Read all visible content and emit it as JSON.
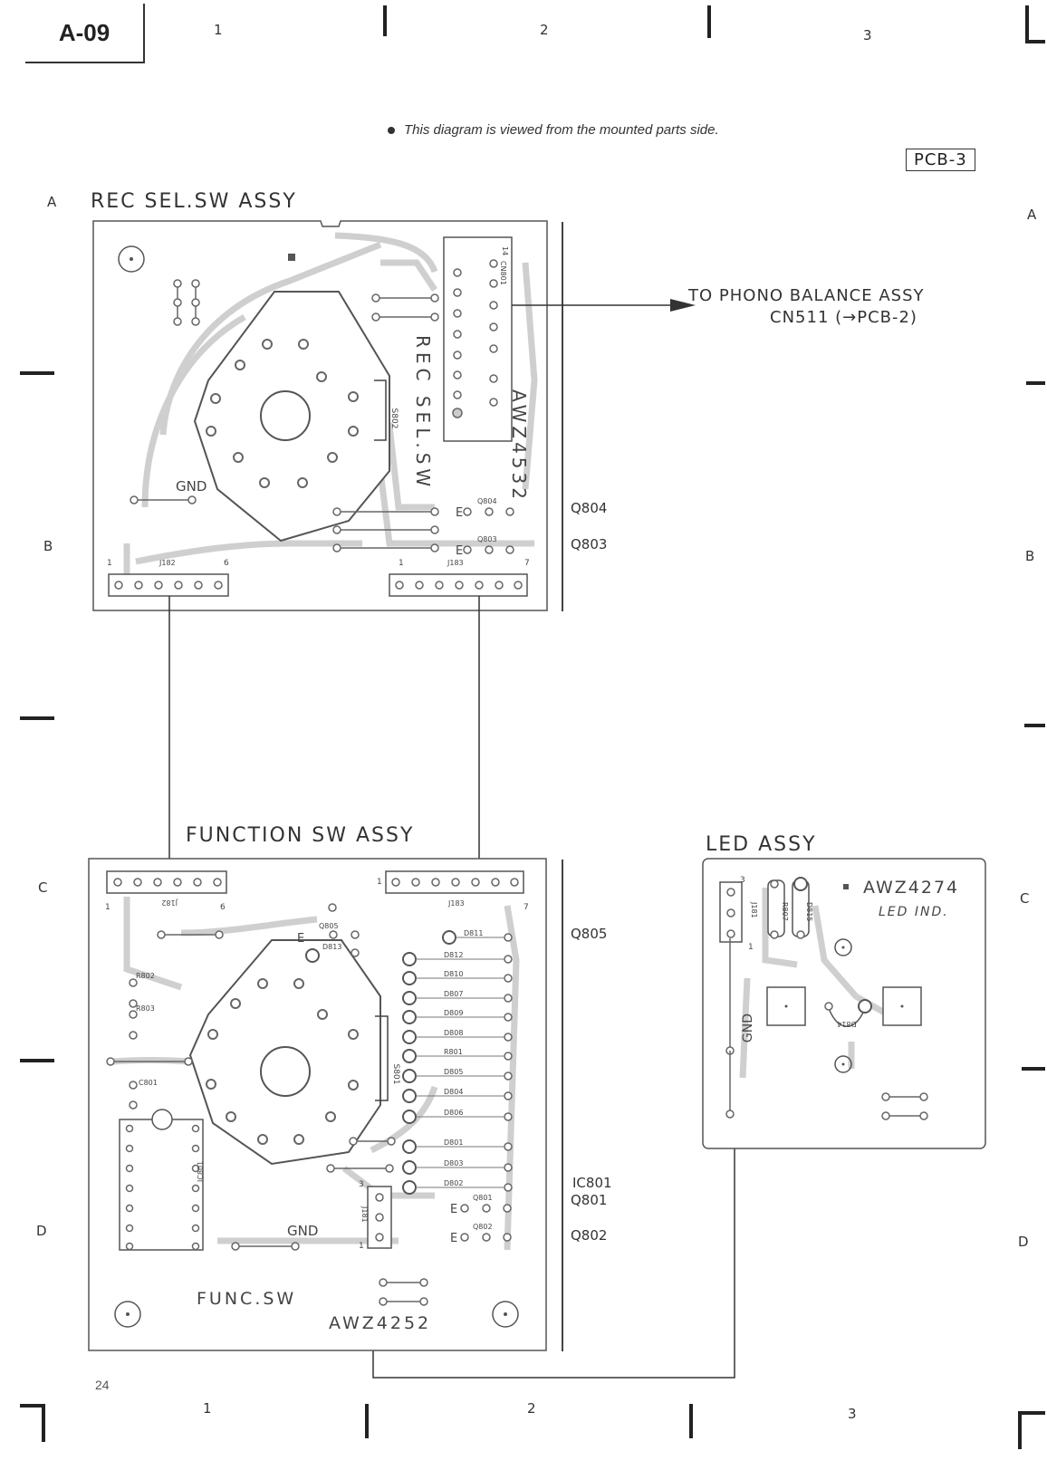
{
  "sheet": {
    "id": "A-09",
    "page": "24"
  },
  "grid": {
    "columns": [
      "1",
      "2",
      "3"
    ],
    "rows": [
      "A",
      "B",
      "C",
      "D"
    ]
  },
  "note": "This diagram is viewed from the mounted parts side.",
  "pcb_tag": "PCB-3",
  "rec_sel": {
    "title": "REC SEL.SW ASSY",
    "board_id": "AWZ4532",
    "silk": "REC SEL.SW",
    "gnd": "GND",
    "switch": "S802",
    "connector_cn801": "CN801",
    "cn801_pin": "14",
    "j182": "J182",
    "j182_pin_start": "1",
    "j182_pin_end": "6",
    "j183": "J183",
    "j183_pin_start": "1",
    "j183_pin_end": "7",
    "q804": "Q804",
    "q803": "Q803",
    "q804_silk": "Q804",
    "q803_silk": "Q803",
    "emitter": "E"
  },
  "to_phono": {
    "line1": "TO PHONO BALANCE ASSY",
    "line2": "CN511 (→PCB-2)"
  },
  "function_sw": {
    "title": "FUNCTION SW ASSY",
    "silk": "FUNC.SW",
    "board_id": "AWZ4252",
    "gnd": "GND",
    "switch": "S801",
    "j182": "J182",
    "j183": "J183",
    "j181": "J181",
    "ic801_silk": "IC801",
    "c801": "C801",
    "r802": "R802",
    "r803": "R803",
    "q805_silk": "Q805",
    "q801_silk": "Q801",
    "q802_silk": "Q802",
    "d813": "D813",
    "d811": "D811",
    "diodes": [
      "D812",
      "D810",
      "D807",
      "D809",
      "D808",
      "R801",
      "D805",
      "D804",
      "D806",
      "D801",
      "D803",
      "D802"
    ],
    "ic801": "IC801",
    "q805": "Q805",
    "q801": "Q801",
    "q802": "Q802",
    "pin_1": "1",
    "pin_6": "6",
    "pin_7": "7",
    "pin_3": "3",
    "emitter": "E"
  },
  "led": {
    "title": "LED ASSY",
    "board_id": "AWZ4274",
    "subtitle": "LED IND.",
    "j181": "J181",
    "r807": "R807",
    "d815": "D815",
    "d814": "D814",
    "gnd": "GND",
    "pin_3": "3",
    "pin_1": "1"
  }
}
